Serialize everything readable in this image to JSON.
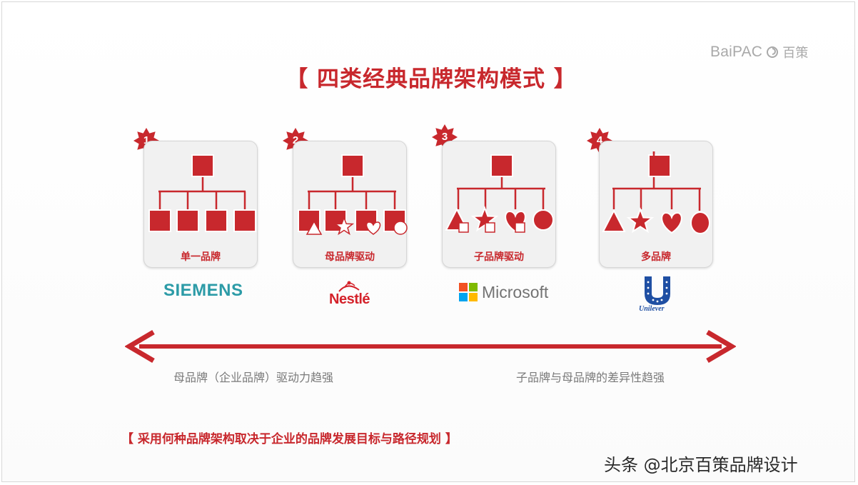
{
  "brand_mark": {
    "latin": "BaiPAC",
    "chinese": "百策"
  },
  "title": "【 四类经典品牌架构模式 】",
  "colors": {
    "accent": "#c8282d",
    "card_bg": "#f1f1f1",
    "caption": "#7a7a7a"
  },
  "models": [
    {
      "number": "1",
      "label": "单一品牌",
      "logo": "SIEMENS",
      "children": [
        "square",
        "square",
        "square",
        "square"
      ]
    },
    {
      "number": "2",
      "label": "母品牌驱动",
      "logo": "Nestlé",
      "children": [
        "square+triangle",
        "square+star",
        "square+heart",
        "square+circle"
      ]
    },
    {
      "number": "3",
      "label": "子品牌驱动",
      "logo": "Microsoft",
      "children": [
        "triangle+square",
        "star+square",
        "heart+square",
        "circle"
      ]
    },
    {
      "number": "4",
      "label": "多品牌",
      "logo": "Unilever",
      "children": [
        "triangle",
        "star",
        "heart",
        "circle"
      ]
    }
  ],
  "axis": {
    "left_caption": "母品牌（企业品牌）驱动力趋强",
    "right_caption": "子品牌与母品牌的差异性趋强"
  },
  "bottom_note": "【 采用何种品牌架构取决于企业的品牌发展目标与路径规划 】",
  "watermark": "头条 @北京百策品牌设计",
  "icons": [
    "numbered-star-badge-icon",
    "square-icon",
    "triangle-icon",
    "star-icon",
    "heart-icon",
    "circle-icon",
    "double-arrow-icon"
  ]
}
